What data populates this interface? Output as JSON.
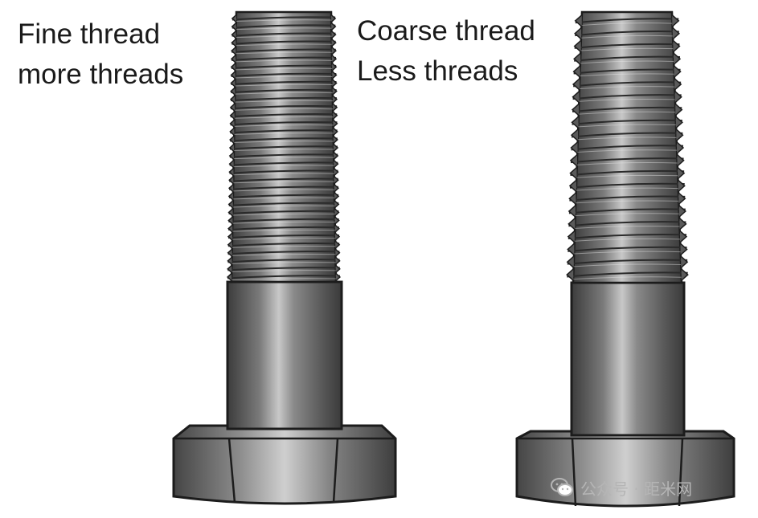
{
  "fine_bolt": {
    "label_line1": "Fine thread",
    "label_line2": "more threads",
    "thread_count": 33
  },
  "coarse_bolt": {
    "label_line1": "Coarse thread",
    "label_line2": "Less threads",
    "thread_count": 21
  },
  "watermark": {
    "text": "公众号 · 距米网",
    "icon": "wechat-icon"
  },
  "colors": {
    "outline": "#1c1c1c",
    "metal_dark": "#3a3a3a",
    "metal_light": "#c4c4c4",
    "text": "#1a1a1a",
    "watermark": "#b5b5b5"
  }
}
